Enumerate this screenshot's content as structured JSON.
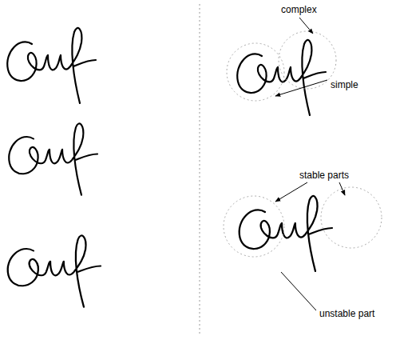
{
  "diagram": {
    "labels": [
      "complex",
      "simple",
      "stable parts",
      "unstable part"
    ]
  }
}
